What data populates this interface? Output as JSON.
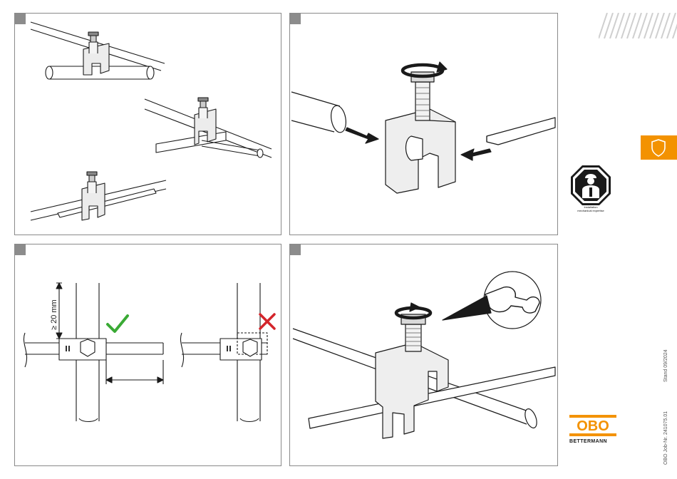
{
  "sidebar": {
    "pictogram_caption_line1": "Installation",
    "pictogram_caption_line2": "mechanical expertise",
    "stand_text": "Stand 09/2024",
    "job_text": "OBO Job-Nr. 241075.01",
    "logo_text": "OBO",
    "logo_sub": "BETTERMANN",
    "accent_color": "#f39200",
    "shield_icon": "shield-icon"
  },
  "panels": {
    "p3": {
      "dimension_label": "≥ 20 mm",
      "check_icon": "check-icon",
      "cross_icon": "cross-icon"
    },
    "p4": {
      "wrench_icon": "wrench-icon"
    }
  },
  "colors": {
    "check": "#3aaa35",
    "cross": "#d4252b",
    "line": "#1a1a1a",
    "clamp_fill": "#e8e8e8"
  }
}
